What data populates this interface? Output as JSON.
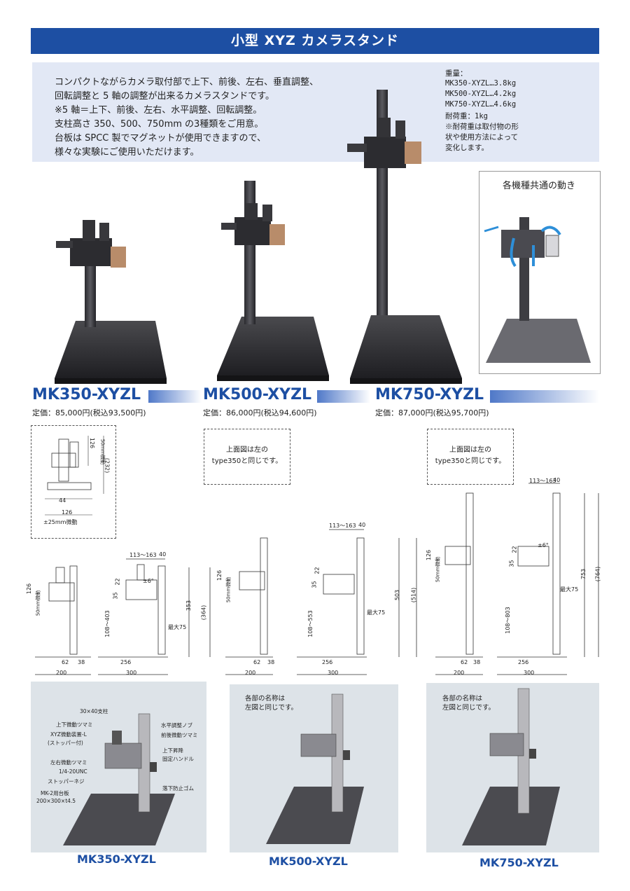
{
  "title": "小型 XYZ カメラスタンド",
  "intro": [
    "コンパクトながらカメラ取付部で上下、前後、左右、垂直調整、",
    "回転調整と 5 軸の調整が出来るカメラスタンドです。",
    "※5 軸＝上下、前後、左右、水平調整、回転調整。",
    "支柱高さ 350、500、750mm の3種類をご用意。",
    "台板は SPCC 製でマグネットが使用できますので、",
    "様々な実験にご使用いただけます。"
  ],
  "specs": [
    "重量：",
    "MK350-XYZL…3.8kg",
    "MK500-XYZL…4.2kg",
    "MK750-XYZL…4.6kg",
    "耐荷重：1kg",
    "※耐荷重は取付物の形",
    "状や使用方法によって",
    "変化します。"
  ],
  "common_motion_title": "各機種共通の動き",
  "models": [
    {
      "name": "MK350-XYZL",
      "price": "定価：85,000円(税込93,500円)"
    },
    {
      "name": "MK500-XYZL",
      "price": "定価：86,000円(税込94,600円)"
    },
    {
      "name": "MK750-XYZL",
      "price": "定価：87,000円(税込95,700円)"
    }
  ],
  "top_view_note": "上面図は左の",
  "top_view_note2": "type350と同じです。",
  "top_view_dims": {
    "d126_v": "126",
    "d50": "50mm微動",
    "d232": "(232)",
    "d44": "44",
    "d126": "126",
    "d25": "±25mm微動"
  },
  "side_dims_350": {
    "d126": "126",
    "d50": "50mm微動",
    "d62": "62",
    "d38": "38",
    "d200": "200",
    "d113": "113〜163",
    "d40": "40",
    "d22": "22",
    "d35": "35",
    "d6": "±6°",
    "d108": "108〜403",
    "d353": "353",
    "d364": "(364)",
    "dmax": "最大75",
    "d256": "256",
    "d300": "300"
  },
  "side_dims_500": {
    "d126": "126",
    "d50": "50mm微動",
    "d62": "62",
    "d38": "38",
    "d200": "200",
    "d113": "113〜163",
    "d40": "40",
    "d22": "22",
    "d35": "35",
    "d108": "108〜553",
    "d503": "503",
    "d514": "(514)",
    "dmax": "最大75",
    "d256": "256",
    "d300": "300"
  },
  "side_dims_750": {
    "d126": "126",
    "d50": "50mm微動",
    "d62": "62",
    "d38": "38",
    "d200": "200",
    "d113": "113〜163",
    "d40": "40",
    "d22": "22",
    "d35": "35",
    "d6": "±6°",
    "d108": "108〜803",
    "d753": "753",
    "d764": "(764)",
    "dmax": "最大75",
    "d256": "256",
    "d300": "300"
  },
  "parts": {
    "p1": "30×40支柱",
    "p2": "上下微動ツマミ",
    "p3": "XYZ微動装置-L",
    "p4": "(ストッパー付)",
    "p5": "左右微動ツマミ",
    "p6": "1/4-20UNC",
    "p7": "ストッパーネジ",
    "p8": "MK-2用台板",
    "p9": "200×300×t4.5",
    "p10": "水平調整ノブ",
    "p11": "前後微動ツマミ",
    "p12": "上下昇降",
    "p13": "固定ハンドル",
    "p14": "落下防止ゴム"
  },
  "name_note1": "各部の名称は",
  "name_note2": "左図と同じです。",
  "bottom_labels": [
    "MK350-XYZL",
    "MK500-XYZL",
    "MK750-XYZL"
  ],
  "colors": {
    "accent": "#1d4fa3",
    "intro_bg": "#e2e8f5",
    "grey_panel": "#dde3e8"
  }
}
